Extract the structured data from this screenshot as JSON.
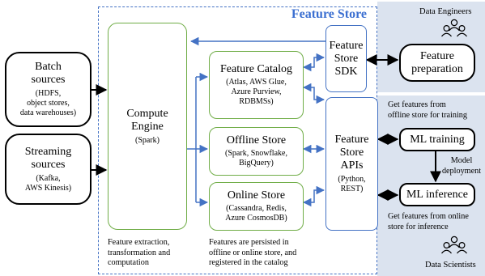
{
  "feature_store": {
    "title": "Feature Store"
  },
  "batch_sources": {
    "title_lines": [
      "Batch",
      "sources"
    ],
    "sub_lines": [
      "(HDFS,",
      "object stores,",
      "data warehouses)"
    ]
  },
  "streaming_sources": {
    "title_lines": [
      "Streaming",
      "sources"
    ],
    "sub_lines": [
      "(Kafka,",
      "AWS Kinesis)"
    ]
  },
  "compute_engine": {
    "title_lines": [
      "Compute",
      "Engine"
    ],
    "sub": "(Spark)",
    "note_lines": [
      "Feature extraction,",
      "transformation and",
      "computation"
    ]
  },
  "feature_catalog": {
    "title": "Feature Catalog",
    "sub_lines": [
      "(Atlas, AWS Glue,",
      "Azure Purview,",
      "RDBMSs)"
    ]
  },
  "offline_store": {
    "title": "Offline Store",
    "sub_lines": [
      "(Spark, Snowflake,",
      "BigQuery)"
    ]
  },
  "online_store": {
    "title": "Online Store",
    "sub_lines": [
      "(Cassandra, Redis,",
      "Azure CosmosDB)"
    ]
  },
  "stores_note": {
    "lines": [
      "Features are persisted in",
      "offline or online store, and",
      "registered in the catalog"
    ]
  },
  "sdk": {
    "title_lines": [
      "Feature",
      "Store",
      "SDK"
    ]
  },
  "apis": {
    "title_lines": [
      "Feature",
      "Store",
      "APIs"
    ],
    "sub_lines": [
      "(Python,",
      "REST)"
    ]
  },
  "data_engineers": {
    "label": "Data Engineers"
  },
  "feature_preparation": {
    "title_lines": [
      "Feature",
      "preparation"
    ]
  },
  "ml_training": {
    "title": "ML training",
    "note_lines": [
      "Get features from",
      "offline store for training"
    ]
  },
  "model_deployment": {
    "lines": [
      "Model",
      "deployment"
    ]
  },
  "ml_inference": {
    "title": "ML inference",
    "note_lines": [
      "Get features from online",
      "store for inference"
    ]
  },
  "data_scientists": {
    "label": "Data Scientists"
  },
  "colors": {
    "green_border": "#70ad47",
    "blue_border": "#4472c4",
    "title_blue": "#3b6fd1",
    "panel_bg": "#dbe3ef"
  }
}
